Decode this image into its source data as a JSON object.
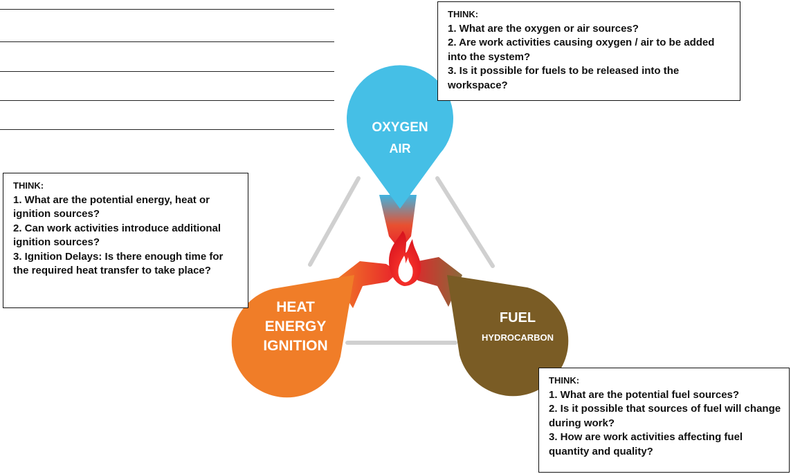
{
  "nodes": {
    "oxygen": {
      "line1": "OXYGEN",
      "line2": "AIR",
      "color": "#45bfe6"
    },
    "heat": {
      "line1": "HEAT",
      "line2": "ENERGY",
      "line3": "IGNITION",
      "color": "#f07d28"
    },
    "fuel": {
      "line1": "FUEL",
      "line2": "HYDROCARBON",
      "color": "#7a5c25"
    }
  },
  "colors": {
    "connector": "#d0d0d0",
    "flame": "#e8202a",
    "flame_glow": "#f6931e"
  },
  "think_oxygen": {
    "title": "THINK:",
    "q1": "1. What are the oxygen or air sources?",
    "q2": "2. Are work activities causing oxygen / air to be added into the system?",
    "q3": "3. Is it possible for fuels to be released into the workspace?"
  },
  "think_heat": {
    "title": "THINK:",
    "q1": "1. What are the potential energy, heat or ignition sources?",
    "q2": "2. Can work activities introduce additional ignition sources?",
    "q3": "3. Ignition Delays: Is there enough time for the required heat transfer to take place?"
  },
  "think_fuel": {
    "title": "THINK:",
    "q1": "1. What are the potential fuel sources?",
    "q2": "2. Is it possible that sources of fuel will change during work?",
    "q3": "3. How are work activities affecting fuel quantity and quality?"
  }
}
